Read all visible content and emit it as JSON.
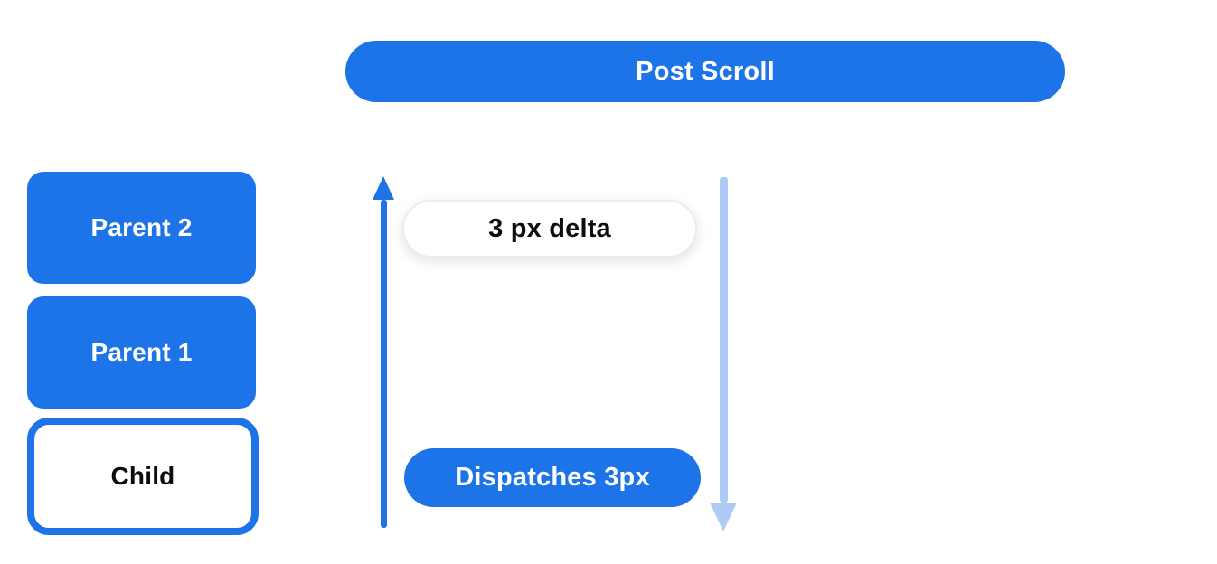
{
  "diagram": {
    "title_pill": "Post Scroll",
    "boxes": [
      {
        "label": "Parent 2",
        "variant": "filled"
      },
      {
        "label": "Parent 1",
        "variant": "filled"
      },
      {
        "label": "Child",
        "variant": "outlined"
      }
    ],
    "delta_pill_label": "3 px delta",
    "dispatch_pill_label": "Dispatches 3px",
    "arrows": [
      {
        "name": "up-arrow",
        "direction": "up",
        "style": "solid-blue"
      },
      {
        "name": "down-arrow",
        "direction": "down",
        "style": "light-blue"
      }
    ]
  },
  "colors": {
    "primary_blue": "#1d73e8",
    "light_blue": "#aecbf5",
    "pill_border": "#ececec",
    "text_black": "#0d0d0d",
    "text_white": "#ffffff",
    "background": "#ffffff"
  }
}
